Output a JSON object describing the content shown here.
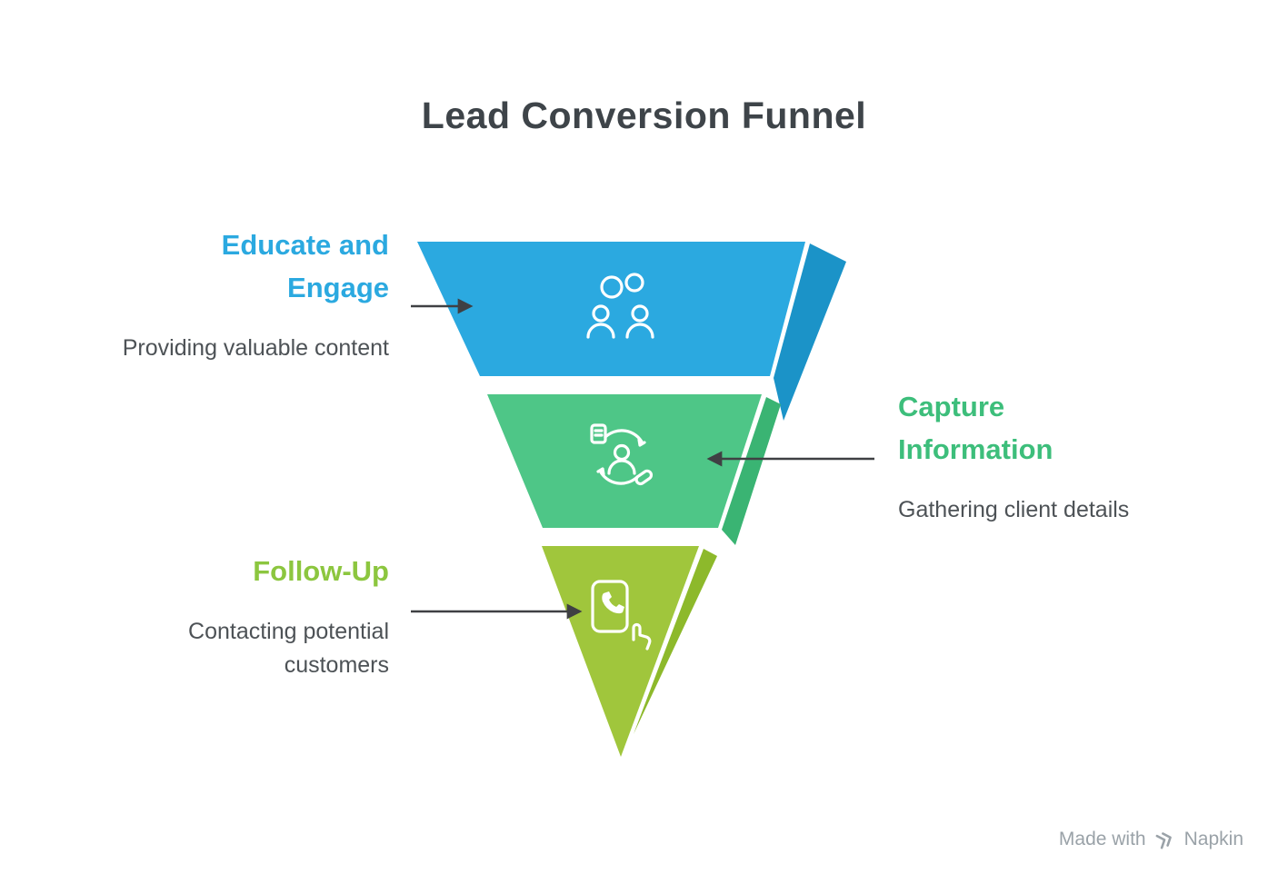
{
  "title": "Lead Conversion Funnel",
  "stages": [
    {
      "label": "Educate and Engage",
      "description": "Providing valuable content",
      "icon": "people-connection-icon",
      "color": "#2BA9E0",
      "side_color": "#1B93C8",
      "label_color": "#2BA9E0"
    },
    {
      "label": "Capture Information",
      "description": "Gathering client details",
      "icon": "person-sync-icon",
      "color": "#4EC687",
      "side_color": "#3AB473",
      "label_color": "#3DBE7B"
    },
    {
      "label": "Follow-Up",
      "description": "Contacting potential customers",
      "icon": "phone-tap-icon",
      "color": "#A0C63C",
      "side_color": "#8DB92B",
      "label_color": "#8CC63F"
    }
  ],
  "footer": {
    "made_with": "Made with",
    "brand": "Napkin"
  },
  "colors": {
    "title": "#3E4449",
    "text": "#4D5256",
    "arrow": "#3F4043",
    "footer": "#9AA2A8"
  }
}
